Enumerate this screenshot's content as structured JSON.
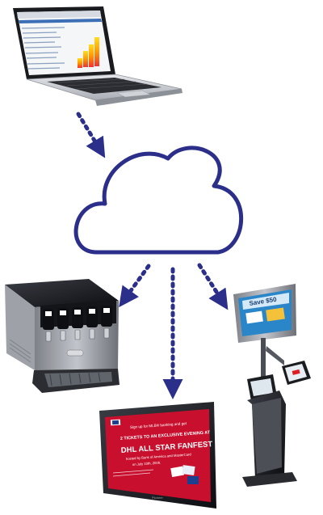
{
  "colors": {
    "cloud_stroke": "#2b2f8a",
    "arrow": "#2b2f8a",
    "banner_red": "#c8102e",
    "laptop_silver": "#c9ccd1",
    "kiosk_screen": "#2a86c9"
  },
  "diagram": {
    "nodes": [
      {
        "id": "laptop",
        "icon": "laptop-icon"
      },
      {
        "id": "cloud",
        "icon": "cloud-icon"
      },
      {
        "id": "beverage-dispenser",
        "icon": "dispenser-icon"
      },
      {
        "id": "digital-signage",
        "icon": "display-icon"
      },
      {
        "id": "kiosk",
        "icon": "kiosk-icon"
      }
    ],
    "edges": [
      {
        "from": "laptop",
        "to": "cloud"
      },
      {
        "from": "cloud",
        "to": "beverage-dispenser"
      },
      {
        "from": "cloud",
        "to": "digital-signage"
      },
      {
        "from": "cloud",
        "to": "kiosk"
      }
    ]
  },
  "tv": {
    "line1": "Sign up for MLB® banking and get",
    "line2": "2 TICKETS TO AN EXCLUSIVE EVENING AT",
    "line3": "DHL ALL STAR FANFEST",
    "line4": "hosted by Bank of America and MasterCard",
    "line5": "on July 10th, 2006.",
    "brand": "Pioneer"
  },
  "kiosk": {
    "headline": "Save $50"
  }
}
